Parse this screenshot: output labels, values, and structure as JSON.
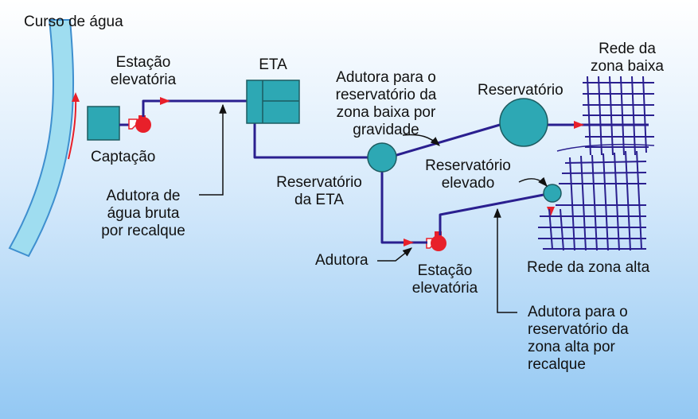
{
  "labels": {
    "river": "Curso de água",
    "pump_station_1": [
      "Estação",
      "elevatória"
    ],
    "eta": "ETA",
    "captacao": "Captação",
    "raw_water_main": [
      "Adutora de",
      "água bruta",
      "por recalque"
    ],
    "low_zone_main": [
      "Adutora para o",
      "reservatório da",
      "zona baixa por",
      "gravidade"
    ],
    "reservoir_low": "Reservatório",
    "low_zone_network": [
      "Rede da",
      "zona baixa"
    ],
    "eta_reservoir": [
      "Reservatório",
      "da ETA"
    ],
    "elevated_reservoir": [
      "Reservatório",
      "elevado"
    ],
    "adutora": "Adutora",
    "pump_station_2": [
      "Estação",
      "elevatória"
    ],
    "high_zone_network": "Rede da zona alta",
    "high_zone_main": [
      "Adutora para o",
      "reservatório da",
      "zona alta por",
      "recalque"
    ]
  },
  "colors": {
    "pipe": "#2A1F8F",
    "water": "#9FDDF0",
    "tank": "#2DA8B4",
    "pump": "#E8202A",
    "flow_arrow": "#E8202A",
    "leader": "#111111"
  },
  "icons": [
    "pump-icon",
    "flow-arrow-icon",
    "tank-icon"
  ]
}
